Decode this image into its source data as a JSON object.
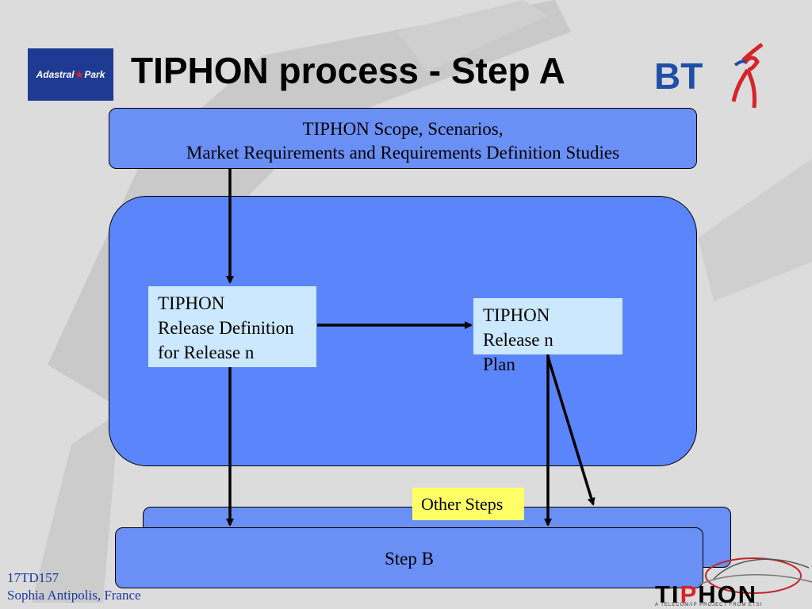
{
  "header": {
    "title": "TIPHON process - Step A",
    "logo_left_text": "Adastral",
    "logo_left_text2": "Park",
    "logo_right_text": "BT"
  },
  "diagram": {
    "scope_line1": "TIPHON Scope, Scenarios,",
    "scope_line2": "Market Requirements and Requirements Definition Studies",
    "release_def_lines": [
      "TIPHON",
      "Release Definition",
      "for Release n"
    ],
    "release_plan_lines": [
      "TIPHON",
      "Release n",
      "Plan"
    ],
    "other_steps": "Other Steps",
    "step_b": "Step B"
  },
  "footer": {
    "doc_id": "17TD157",
    "location": "Sophia Antipolis, France",
    "logo_text_1": "TI",
    "logo_text_2": "P",
    "logo_text_3": "HON",
    "logo_tagline": "A TELECOM/IP PROJECT FROM ETSI"
  },
  "colors": {
    "box_blue": "#6a8ff5",
    "inner_blue": "#5b86fb",
    "light_box": "#cce8ff",
    "highlight": "#ffff66",
    "footer_text": "#1a38a0",
    "bt_blue": "#1f4fa8",
    "bt_red": "#d8232a"
  }
}
